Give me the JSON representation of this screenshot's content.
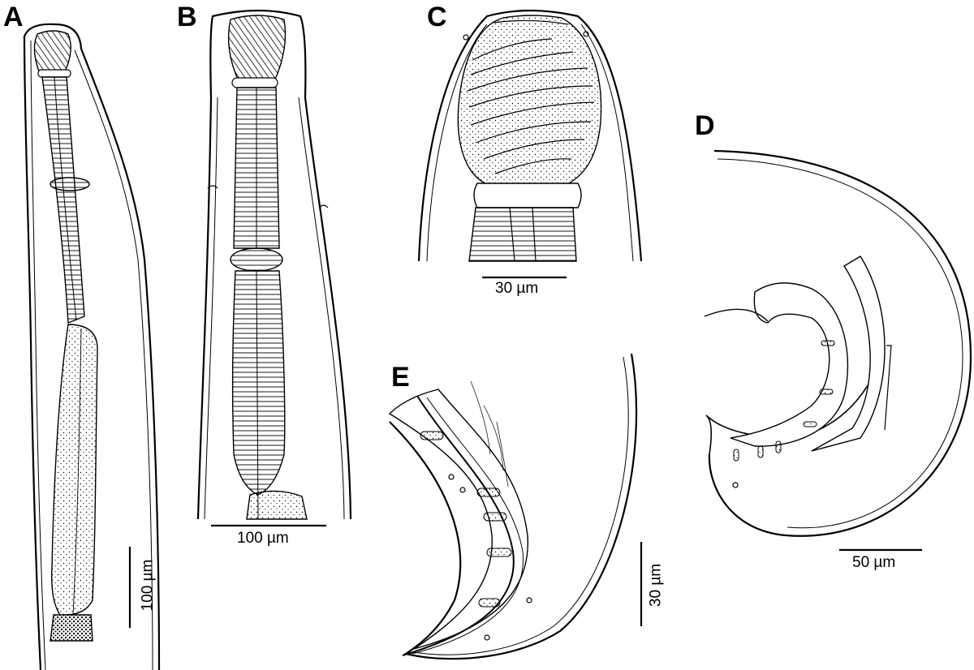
{
  "panels": {
    "a": {
      "label": "A",
      "scale": "100 µm"
    },
    "b": {
      "label": "B",
      "scale": "100 µm"
    },
    "c": {
      "label": "C",
      "scale": "30 µm"
    },
    "d": {
      "label": "D",
      "scale": "50 µm"
    },
    "e": {
      "label": "E",
      "scale": "30 µm"
    }
  },
  "colors": {
    "ink": "#000000",
    "background": "#ffffff"
  }
}
